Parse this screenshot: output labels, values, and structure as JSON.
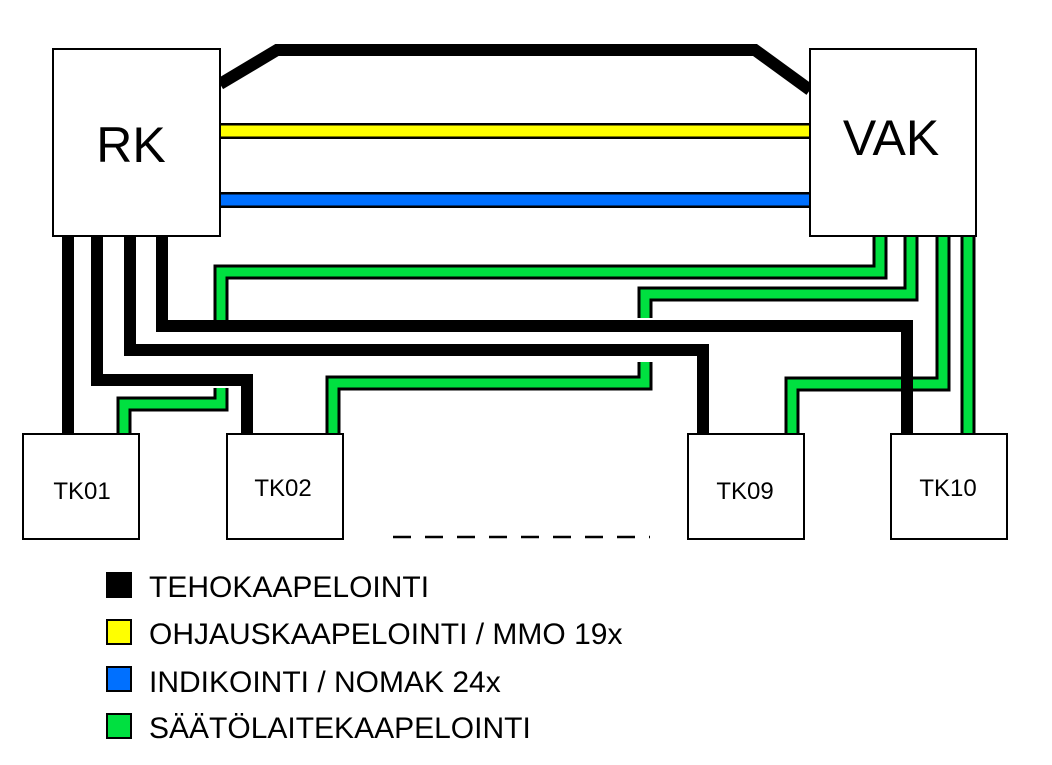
{
  "colors": {
    "power": "#000000",
    "control": "#ffff00",
    "indication": "#0070ff",
    "regulator": "#00e040"
  },
  "boxes": {
    "rk": "RK",
    "vak": "VAK",
    "tk01": "TK01",
    "tk02": "TK02",
    "tk09": "TK09",
    "tk10": "TK10"
  },
  "legend": [
    {
      "key": "power",
      "label": "TEHOKAAPELOINTI"
    },
    {
      "key": "control",
      "label": "OHJAUSKAAPELOINTI / MMO 19x"
    },
    {
      "key": "indication",
      "label": "INDIKOINTI / NOMAK 24x"
    },
    {
      "key": "regulator",
      "label": "SÄÄTÖLAITEKAAPELOINTI"
    }
  ]
}
